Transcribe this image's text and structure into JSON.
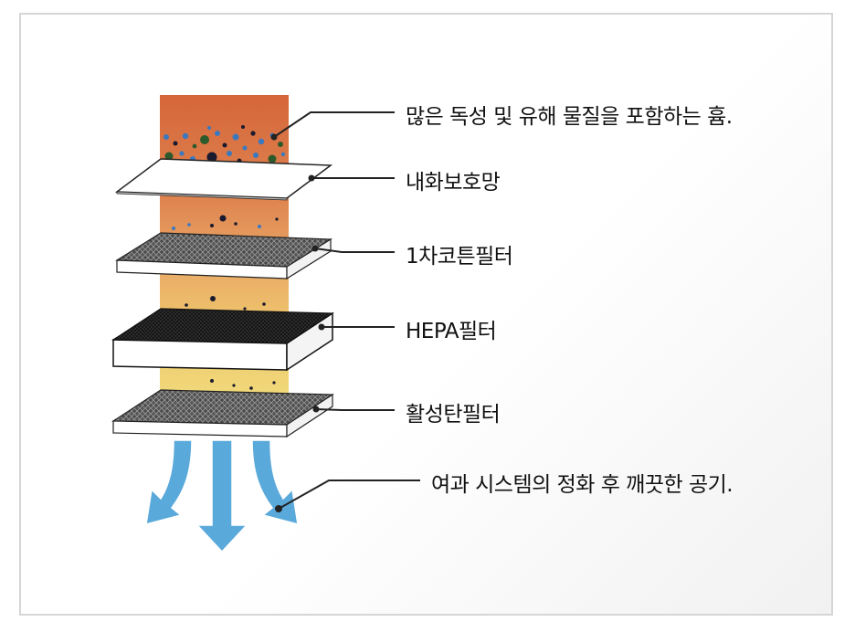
{
  "labels": {
    "smoke": "많은 독성 및 유해 물질을 포함하는 흄.",
    "fire_mesh": "내화보호망",
    "cotton_filter": "1차코튼필터",
    "hepa_filter": "HEPA필터",
    "carbon_filter": "활성탄필터",
    "clean_air": "여과 시스템의 정화 후 깨끗한 공기."
  },
  "colors": {
    "frame_border": "#d6d6d6",
    "smoke_orange": "#d9703f",
    "smoke_light_orange": "#e79a5e",
    "smoke_yellow": "#eccd6a",
    "particle_blue": "#3a78c0",
    "particle_green": "#2d5a2a",
    "particle_dark": "#1a1a2e",
    "filter_gray": "#555555",
    "filter_black": "#111111",
    "arrow_blue": "#5aa9db",
    "leader_line": "#222222"
  }
}
